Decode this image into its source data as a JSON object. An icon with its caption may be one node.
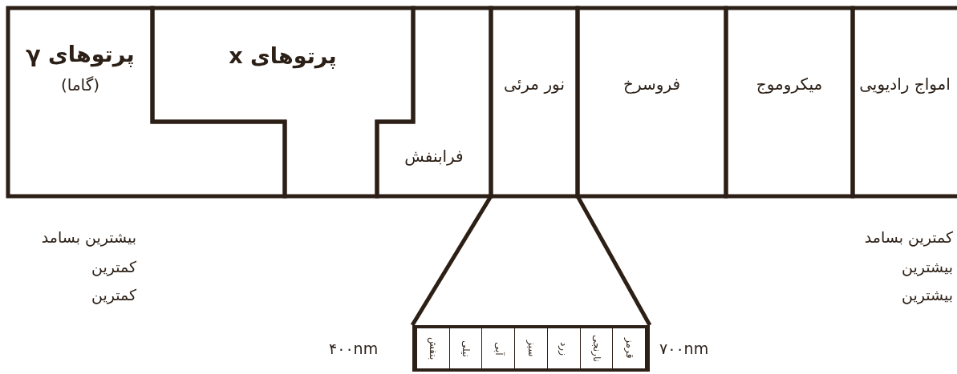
{
  "diagram": {
    "nodes": [
      {
        "text": [
          "پرتوهای γ",
          "(گاما)"
        ]
      },
      {
        "text": [
          "پرتوهای x"
        ]
      },
      {
        "text": [
          "فرابنفش"
        ]
      },
      {
        "text": [
          "نور مرئی"
        ]
      },
      {
        "text": [
          "فروسرخ"
        ]
      },
      {
        "text": [
          "میکروموج"
        ]
      },
      {
        "text": [
          "امواج رادیویی"
        ]
      },
      {
        "text": [],
        "shape": "box"
      },
      {
        "text": [
          "بنفش"
        ],
        "in": 7
      },
      {
        "text": [
          "نیلی"
        ],
        "in": 7
      },
      {
        "text": [
          "آبی"
        ],
        "in": 7
      },
      {
        "text": [
          "سبز"
        ],
        "in": 7
      },
      {
        "text": [
          "زرد"
        ],
        "in": 7
      },
      {
        "text": [
          "نارنجی"
        ],
        "in": 7
      },
      {
        "text": [
          "قرمز"
        ],
        "in": 7
      }
    ],
    "edges": [
      {
        "from": 3,
        "to": 7,
        "arrow": "none"
      },
      {
        "from": 3,
        "to": 7,
        "arrow": "none"
      }
    ],
    "labels": [
      "بیشترین بسامد",
      "کمترین",
      "کمترین",
      "۴۰۰nm",
      "۷۰۰nm",
      "کمترین بسامد",
      "بیشترین",
      "بیشترین"
    ]
  }
}
